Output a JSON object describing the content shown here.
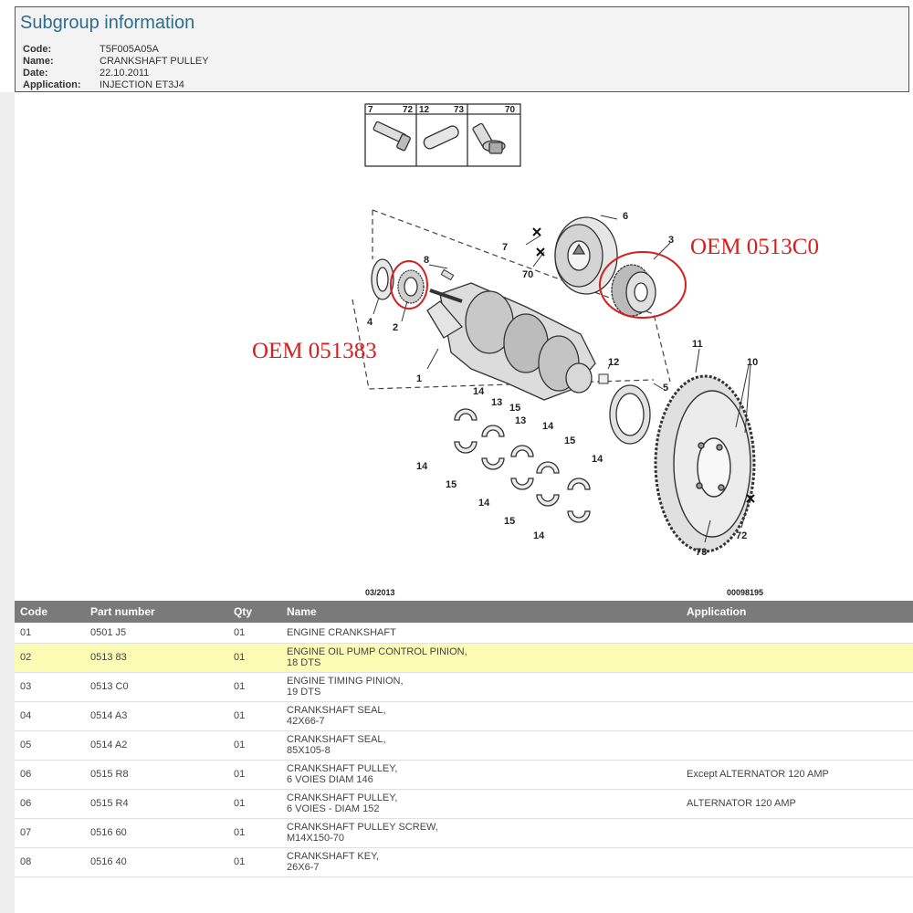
{
  "header": {
    "title": "Subgroup information",
    "fields": [
      {
        "label": "Code:",
        "value": "T5F005A05A"
      },
      {
        "label": "Name:",
        "value": "CRANKSHAFT PULLEY"
      },
      {
        "label": "Date:",
        "value": "22.10.2011"
      },
      {
        "label": "Application:",
        "value": "INJECTION ET3J4"
      }
    ]
  },
  "diagram": {
    "legend_refs": [
      "7",
      "72",
      "12",
      "73",
      "70"
    ],
    "callouts": [
      "1",
      "2",
      "3",
      "4",
      "5",
      "6",
      "7",
      "8",
      "10",
      "11",
      "12",
      "13",
      "14",
      "15",
      "70",
      "72",
      "73"
    ],
    "annotation_right": "OEM 0513C0",
    "annotation_left": "OEM 051383",
    "footer_date": "03/2013",
    "footer_ref": "00098195",
    "colors": {
      "annotation": "#d42020",
      "line": "#333333"
    }
  },
  "table": {
    "headers": [
      "Code",
      "Part number",
      "Qty",
      "Name",
      "Application"
    ],
    "rows": [
      {
        "code": "01",
        "part": "0501 J5",
        "qty": "01",
        "name1": "ENGINE CRANKSHAFT",
        "name2": "",
        "app": ""
      },
      {
        "code": "02",
        "part": "0513 83",
        "qty": "01",
        "name1": "ENGINE OIL PUMP CONTROL PINION,",
        "name2": "18 DTS",
        "app": ""
      },
      {
        "code": "03",
        "part": "0513 C0",
        "qty": "01",
        "name1": "ENGINE TIMING PINION,",
        "name2": "19 DTS",
        "app": ""
      },
      {
        "code": "04",
        "part": "0514 A3",
        "qty": "01",
        "name1": "CRANKSHAFT SEAL,",
        "name2": "42X66-7",
        "app": ""
      },
      {
        "code": "05",
        "part": "0514 A2",
        "qty": "01",
        "name1": "CRANKSHAFT SEAL,",
        "name2": "85X105-8",
        "app": ""
      },
      {
        "code": "06",
        "part": "0515 R8",
        "qty": "01",
        "name1": "CRANKSHAFT PULLEY,",
        "name2": "6 VOIES DIAM 146",
        "app": "Except ALTERNATOR 120 AMP"
      },
      {
        "code": "06",
        "part": "0515 R4",
        "qty": "01",
        "name1": "CRANKSHAFT PULLEY,",
        "name2": "6 VOIES - DIAM 152",
        "app": "ALTERNATOR 120 AMP"
      },
      {
        "code": "07",
        "part": "0516 60",
        "qty": "01",
        "name1": "CRANKSHAFT PULLEY SCREW,",
        "name2": "M14X150-70",
        "app": ""
      },
      {
        "code": "08",
        "part": "0516 40",
        "qty": "01",
        "name1": "CRANKSHAFT KEY,",
        "name2": "26X6-7",
        "app": ""
      }
    ],
    "highlight_row": 1
  }
}
